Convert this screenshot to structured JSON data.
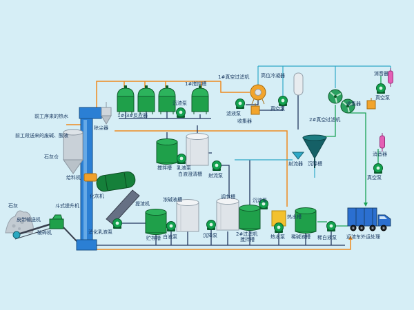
{
  "diagram": {
    "type": "industrial-process-flow",
    "language": "zh-CN"
  },
  "colors": {
    "background": "#d6eef6",
    "pipe_orange": "#ee8a1e",
    "pipe_dark": "#22365c",
    "pipe_green": "#18a155",
    "pipe_teal": "#2fa9c7",
    "equipment_green": "#1fa04a",
    "equipment_silver": "#dfe4e9",
    "elevator_blue": "#2b7fd4",
    "tank_yellow": "#f2c12e",
    "muffler_pink": "#e45fb5",
    "truck_blue": "#2b6fd0",
    "label_text": "#17365e"
  },
  "labels": {
    "hot_water_in": "前工序来的热水",
    "waste_liquor_in": "前工段送来的废碱、酸液",
    "lime": "石灰",
    "belt_conveyor": "皮带输送机",
    "crusher": "破碎机",
    "bucket_elevator": "斗式提升机",
    "dust_collector": "除尘器",
    "lime_silo": "石灰仓",
    "feeder": "给料机",
    "lime_slaker": "化灰机",
    "slag_extractor": "提渣机",
    "digestion_emulsion_pump": "消化乳液泵",
    "storage_tank": "贮存槽",
    "white_liquor_pump": "白液泵",
    "conc_alkali_tank": "浓碱液槽",
    "mixing_tank": "搅拌槽",
    "emulsion_pump": "乳液泵",
    "white_liquor_clarifier": "白液澄清槽",
    "jet_pump": "射流泵",
    "reactors": "1#-3#反应器",
    "mixer1": "1#搅拌槽",
    "sediment_pump1": "沉渣泵",
    "vacuum_filter1": "1#真空过滤机",
    "high_condenser": "高位冷凝器",
    "filtrate_pump": "滤液泵",
    "collector1": "收集器",
    "vacuum_pump1": "真空泵",
    "vacuum_filter2": "2#真空过滤机",
    "collector2": "收集器",
    "vacuum_pump2": "真空泵",
    "muffler1": "消音器",
    "jet_device": "射流器",
    "settling_tank": "沉降槽",
    "muffler2": "消音器",
    "vacuum_pump3": "真空泵",
    "regulating_tank": "调节槽",
    "settling_pump": "沉降泵",
    "filter2_mixer_line1": "2#过滤机",
    "filter2_mixer_line2": "搅拌槽",
    "sedimentation_pump": "沉淀泵",
    "hot_water_pump": "热水泵",
    "hot_water_tank": "热水槽",
    "dilute_alkali_tank": "稀碱液槽",
    "dilute_white_pump": "稀白液泵",
    "truck": "运渣车外运处理"
  }
}
